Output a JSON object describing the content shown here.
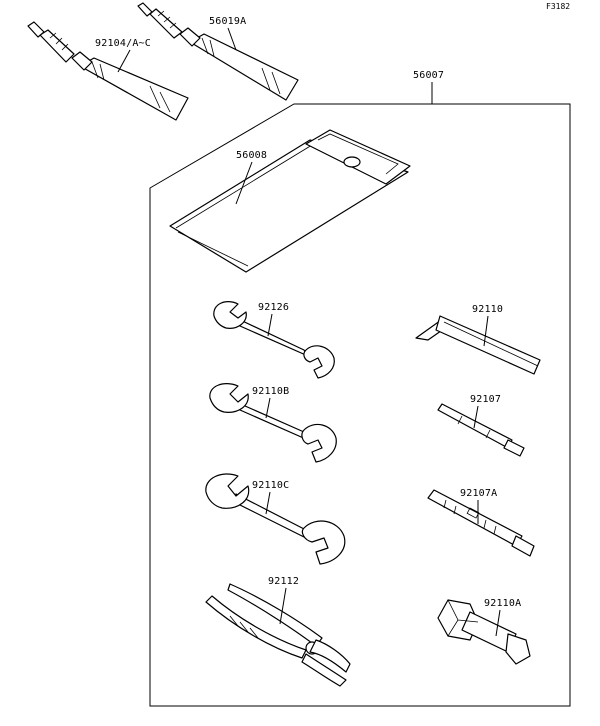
{
  "figure_code": "F3182",
  "parts": [
    {
      "id": "tube-a",
      "label": "92104/A~C"
    },
    {
      "id": "tube-b",
      "label": "56019A"
    },
    {
      "id": "tool-kit",
      "label": "56007"
    },
    {
      "id": "tool-bag",
      "label": "56008"
    },
    {
      "id": "wrench-small",
      "label": "92126"
    },
    {
      "id": "hex-key",
      "label": "92110"
    },
    {
      "id": "wrench-medium",
      "label": "92110B"
    },
    {
      "id": "screwdriver-bit",
      "label": "92107"
    },
    {
      "id": "wrench-large",
      "label": "92110C"
    },
    {
      "id": "screwdriver-handle",
      "label": "92107A"
    },
    {
      "id": "pliers",
      "label": "92112"
    },
    {
      "id": "spark-plug-wrench",
      "label": "92110A"
    }
  ]
}
